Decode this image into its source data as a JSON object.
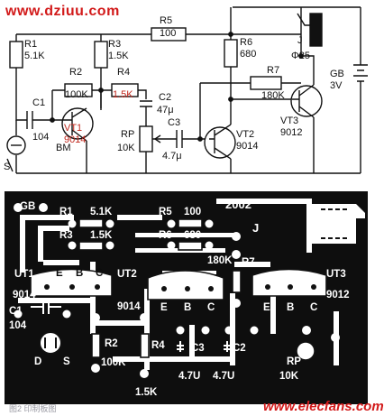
{
  "watermark": {
    "site": "www.dziuu.com",
    "brand": "www.elecfans.com"
  },
  "schematic": {
    "R1": {
      "ref": "R1",
      "value": "5.1K"
    },
    "R2": {
      "ref": "R2",
      "value": "100K"
    },
    "R3": {
      "ref": "R3",
      "value": "1.5K"
    },
    "R4": {
      "ref": "R4",
      "value": "1.5K"
    },
    "R5": {
      "ref": "R5",
      "value": "100"
    },
    "R6": {
      "ref": "R6",
      "value": "680"
    },
    "R7": {
      "ref": "R7",
      "value": "180K"
    },
    "RP": {
      "ref": "RP",
      "value": "10K"
    },
    "C1": {
      "ref": "C1",
      "value": "104"
    },
    "C2": {
      "ref": "C2",
      "value": "47μ"
    },
    "C3": {
      "ref": "C3",
      "value": "4.7μ"
    },
    "VT1": {
      "ref": "VT1",
      "value": "9014"
    },
    "VT2": {
      "ref": "VT2",
      "value": "9014"
    },
    "VT3": {
      "ref": "VT3",
      "value": "9012"
    },
    "BM": {
      "ref": "BM"
    },
    "S": {
      "ref": "S"
    },
    "J": {
      "ref": "J",
      "size": "Φ25"
    },
    "GB": {
      "ref": "GB",
      "value": "3V"
    }
  },
  "pcb": {
    "year": "2002",
    "gb": "GB",
    "j": "J",
    "R1": "R1",
    "R1v": "5.1K",
    "R3": "R3",
    "R3v": "1.5K",
    "R5": "R5",
    "R5v": "100",
    "R6": "R6",
    "R6v": "680",
    "R7v": "180K",
    "R7": "R7",
    "UT1": "UT1",
    "UT2": "UT2",
    "UT3": "UT3",
    "u1": "9014",
    "u2": "9014",
    "u3": "9012",
    "e1": "E",
    "b1": "B",
    "c1": "C",
    "e2": "E",
    "b2": "B",
    "c2": "C",
    "e3": "E",
    "b3": "B",
    "c3": "C",
    "C1": "C1",
    "C1v": "104",
    "D": "D",
    "S": "S",
    "R2": "R2",
    "R2v": "100K",
    "R4": "R4",
    "R4v": "1.5K",
    "C3": "C3",
    "C3v": "4.7U",
    "C2": "C2",
    "C2v": "4.7U",
    "RP": "RP",
    "RPv": "10K",
    "caption": "图2 印制板图"
  }
}
